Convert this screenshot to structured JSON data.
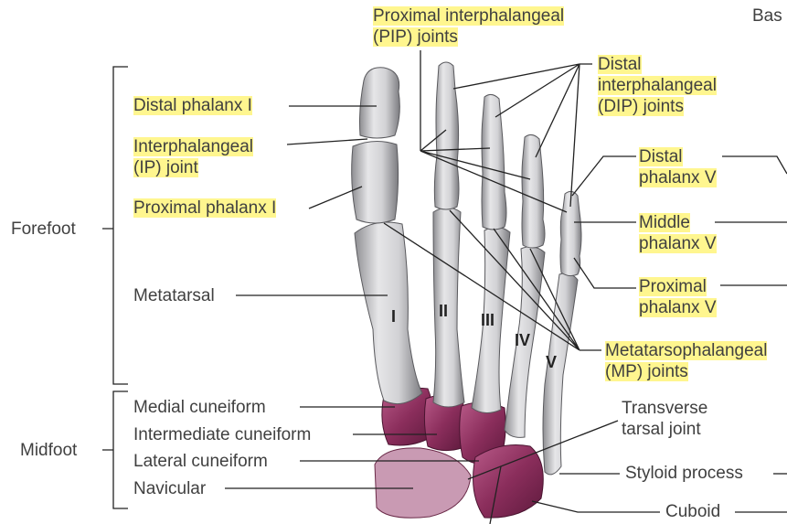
{
  "regions": {
    "forefoot": "Forefoot",
    "midfoot": "Midfoot"
  },
  "labels": {
    "pip_line1": "Proximal interphalangeal",
    "pip_line2": "(PIP) joints",
    "base_partial": "Bas",
    "dip_line1": "Distal",
    "dip_line2": "interphalangeal",
    "dip_line3": "(DIP) joints",
    "distal_phalanx_1": "Distal phalanx I",
    "ip_line1": "Interphalangeal",
    "ip_line2": "(IP) joint",
    "proximal_phalanx_1": "Proximal phalanx I",
    "metatarsal": "Metatarsal",
    "distal_phalanx_5_line1": "Distal",
    "distal_phalanx_5_line2": "phalanx V",
    "middle_phalanx_5_line1": "Middle",
    "middle_phalanx_5_line2": "phalanx V",
    "proximal_phalanx_5_line1": "Proximal",
    "proximal_phalanx_5_line2": "phalanx V",
    "mp_line1": "Metatarsophalangeal",
    "mp_line2": "(MP) joints",
    "medial_cuneiform": "Medial cuneiform",
    "intermediate_cuneiform": "Intermediate cuneiform",
    "lateral_cuneiform": "Lateral cuneiform",
    "navicular": "Navicular",
    "transverse_line1": "Transverse",
    "transverse_line2": "tarsal joint",
    "styloid_process": "Styloid process",
    "cuboid": "Cuboid"
  },
  "numerals": {
    "m1": "I",
    "m2": "II",
    "m3": "III",
    "m4": "IV",
    "m5": "V"
  },
  "colors": {
    "highlight": "#fff68f",
    "bone": "#d4d4d6",
    "tarsal": "#8b2e5c",
    "line": "#222222"
  }
}
